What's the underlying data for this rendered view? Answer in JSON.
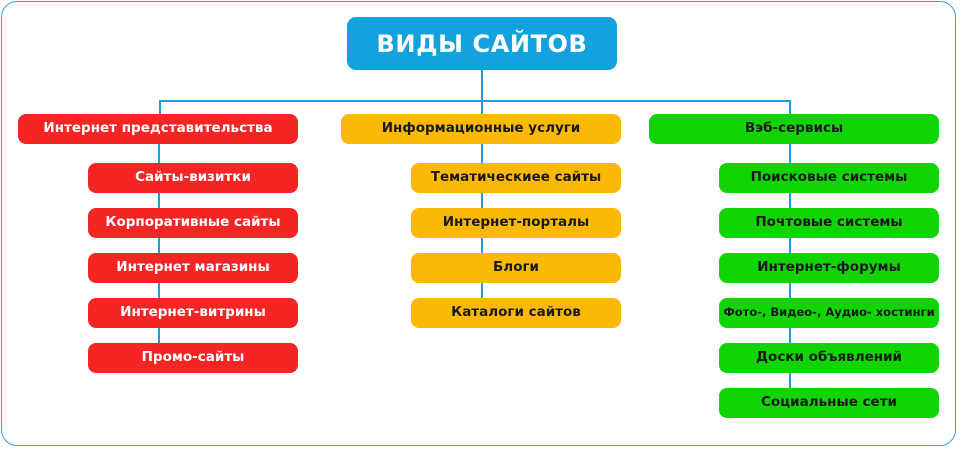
{
  "diagram": {
    "title": "ВИДЫ САЙТОВ",
    "colors": {
      "root": "#12A3DD",
      "connector": "#1E9FD8",
      "frame": "#29A8DE",
      "branch_red": "#F62525",
      "branch_amber": "#FBB904",
      "branch_green": "#10D404",
      "text_light": "#FFFFFF",
      "text_dark": "#1A1A1A"
    },
    "branches": [
      {
        "head": "Интернет представительства",
        "theme": "red",
        "children": [
          "Сайты-визитки",
          "Корпоративные сайты",
          "Интернет магазины",
          "Интернет-витрины",
          "Промо-сайты"
        ]
      },
      {
        "head": "Информационные услуги",
        "theme": "amber",
        "children": [
          "Тематическиее сайты",
          "Интернет-порталы",
          "Блоги",
          "Каталоги сайтов"
        ]
      },
      {
        "head": "Вэб-сервисы",
        "theme": "green",
        "children": [
          "Поисковые системы",
          "Почтовые системы",
          "Интернет-форумы",
          "Фото-,  Видео-, Аудио- хостинги",
          "Доски объявлений",
          "Социальные сети"
        ]
      }
    ]
  }
}
